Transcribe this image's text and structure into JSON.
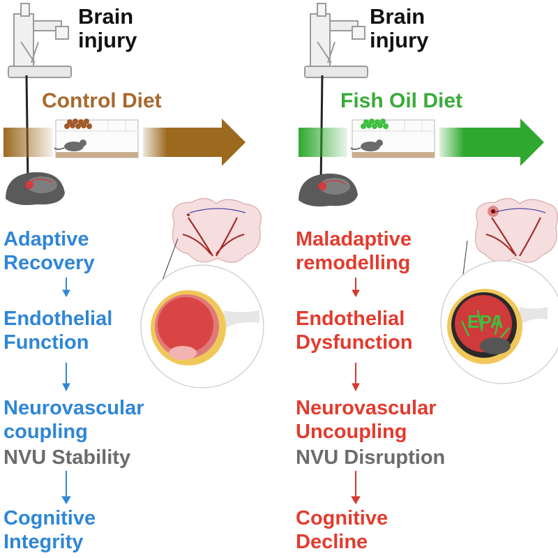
{
  "panels": [
    {
      "id": "control",
      "injury_label_line1": "Brain",
      "injury_label_line2": "injury",
      "diet_label": "Control Diet",
      "diet_color": "#a8682e",
      "arrow_color": "#9b6a1f",
      "pellet_color": "#a05a2a",
      "text_color": "#2f86d6",
      "arrow_glyph_color": "#2f86d6",
      "outcomes": [
        {
          "line1": "Adaptive",
          "line2": "Recovery"
        },
        {
          "line1": "Endothelial",
          "line2": "Function"
        },
        {
          "line1": "Neurovascular",
          "line2": "coupling"
        },
        {
          "line1": "Cognitive",
          "line2": "Integrity"
        }
      ],
      "nvu_label": "NVU Stability"
    },
    {
      "id": "fish-oil",
      "injury_label_line1": "Brain",
      "injury_label_line2": "injury",
      "diet_label": "Fish Oil Diet",
      "diet_color": "#3aaa3a",
      "arrow_color": "#2ea82e",
      "pellet_color": "#3fbf3f",
      "text_color": "#e23b2e",
      "arrow_glyph_color": "#d63a2e",
      "outcomes": [
        {
          "line1": "Maladaptive",
          "line2": "remodelling"
        },
        {
          "line1": "Endothelial",
          "line2": "Dysfunction"
        },
        {
          "line1": "Neurovascular",
          "line2": "Uncoupling"
        },
        {
          "line1": "Cognitive",
          "line2": "Decline"
        }
      ],
      "nvu_label": "NVU Disruption",
      "vessel_label": "EPA"
    }
  ]
}
